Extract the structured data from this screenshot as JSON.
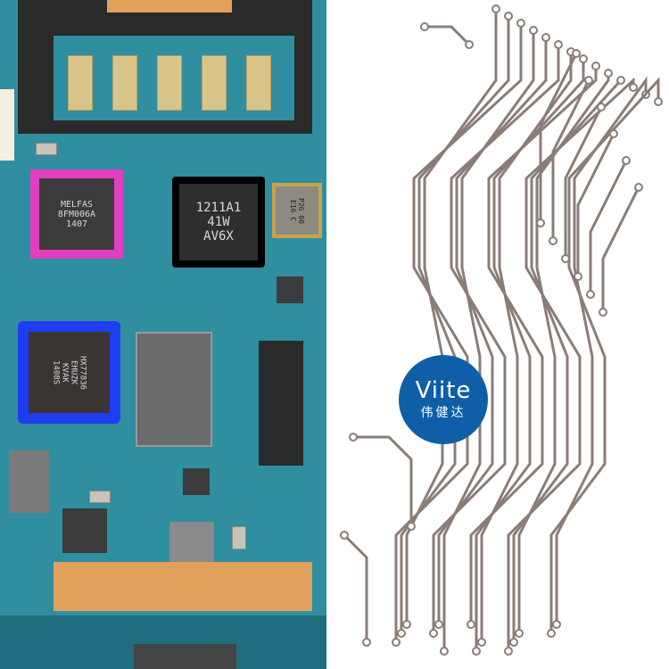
{
  "chips": {
    "melfas": {
      "lines": [
        "MELFAS",
        "8FM006A",
        "1407"
      ],
      "highlight": "#e040c0"
    },
    "ti": {
      "lines": [
        "1211A1",
        "41W",
        "AV6X"
      ],
      "highlight": "#000000"
    },
    "himax": {
      "lines": [
        "HX77836",
        "EHUZK",
        "KVAK",
        "1408S"
      ],
      "highlight": "#1e3cf0"
    },
    "crystal": {
      "lines": [
        "P26 00",
        "E16 C"
      ]
    }
  },
  "logo": {
    "brand": "Viite",
    "chinese": "伟健达",
    "color": "#0e5fa8"
  },
  "colors": {
    "pcb": "#2f8ea0",
    "trace": "#8a7d77"
  }
}
